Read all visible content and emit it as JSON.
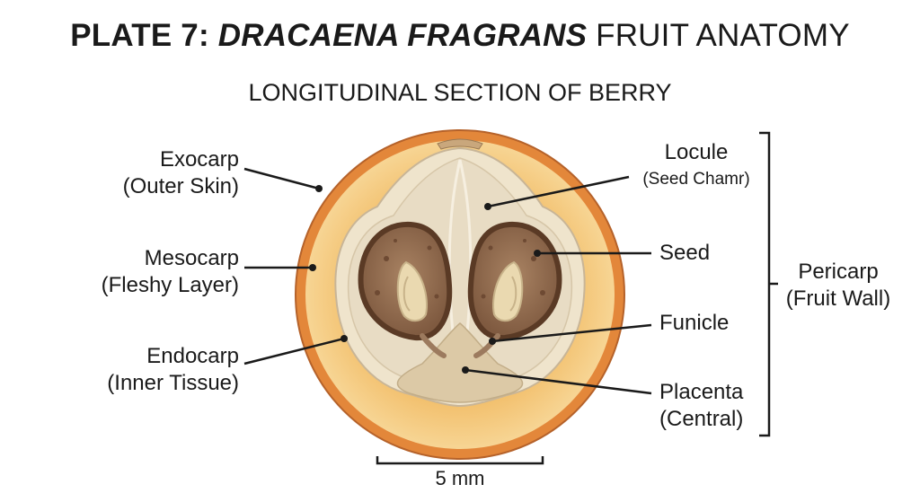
{
  "title": {
    "prefix": "PLATE 7: ",
    "species": "DRACAENA FRAGRANS",
    "suffix": " FRUIT ANATOMY"
  },
  "subtitle": "LONGITUDINAL SECTION OF BERRY",
  "labels": {
    "exocarp": {
      "name": "Exocarp",
      "desc": "(Outer Skin)"
    },
    "mesocarp": {
      "name": "Mesocarp",
      "desc": "(Fleshy Layer)"
    },
    "endocarp": {
      "name": "Endocarp",
      "desc": "(Inner Tissue)"
    },
    "locule": {
      "name": "Locule",
      "desc": "(Seed Chamr)"
    },
    "seed": {
      "name": "Seed"
    },
    "funicle": {
      "name": "Funicle"
    },
    "placenta": {
      "name": "Placenta",
      "desc": "(Central)"
    },
    "pericarp": {
      "name": "Pericarp",
      "desc": "(Fruit Wall)"
    }
  },
  "scale_bar": {
    "label": "5 mm"
  },
  "colors": {
    "exocarp": "#e3873a",
    "mesocarp": "#f4c77a",
    "endocarp": "#efe4cc",
    "locule": "#e8dcc4",
    "seed_coat": "#6e4a33",
    "seed_inner": "#9c7458",
    "embryo": "#ead9b0",
    "placenta": "#dcc9a6"
  }
}
